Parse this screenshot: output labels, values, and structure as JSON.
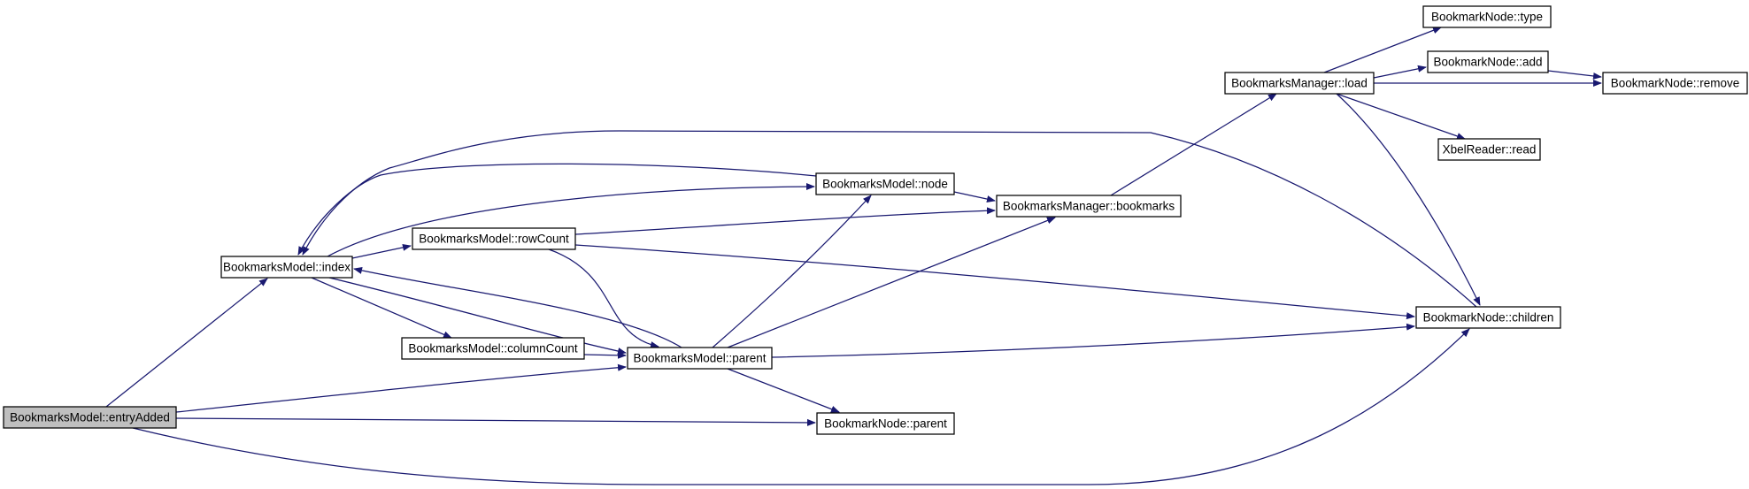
{
  "colors": {
    "edge": "#191970",
    "node_border": "#000000",
    "node_fill": "#ffffff",
    "root_fill": "#bfbfbf"
  },
  "nodes": [
    {
      "id": "entryAdded",
      "label": "BookmarksModel::entryAdded",
      "root": true
    },
    {
      "id": "index",
      "label": "BookmarksModel::index"
    },
    {
      "id": "rowCount",
      "label": "BookmarksModel::rowCount"
    },
    {
      "id": "columnCount",
      "label": "BookmarksModel::columnCount"
    },
    {
      "id": "modelParent",
      "label": "BookmarksModel::parent"
    },
    {
      "id": "node",
      "label": "BookmarksModel::node"
    },
    {
      "id": "bookmarks",
      "label": "BookmarksManager::bookmarks"
    },
    {
      "id": "load",
      "label": "BookmarksManager::load"
    },
    {
      "id": "type",
      "label": "BookmarkNode::type"
    },
    {
      "id": "add",
      "label": "BookmarkNode::add"
    },
    {
      "id": "remove",
      "label": "BookmarkNode::remove"
    },
    {
      "id": "xbelRead",
      "label": "XbelReader::read"
    },
    {
      "id": "children",
      "label": "BookmarkNode::children"
    },
    {
      "id": "nodeParent",
      "label": "BookmarkNode::parent"
    }
  ],
  "edges": [
    {
      "from": "entryAdded",
      "to": "index"
    },
    {
      "from": "entryAdded",
      "to": "modelParent"
    },
    {
      "from": "entryAdded",
      "to": "nodeParent"
    },
    {
      "from": "entryAdded",
      "to": "children"
    },
    {
      "from": "index",
      "to": "rowCount"
    },
    {
      "from": "index",
      "to": "node"
    },
    {
      "from": "index",
      "to": "columnCount"
    },
    {
      "from": "index",
      "to": "modelParent"
    },
    {
      "from": "rowCount",
      "to": "bookmarks"
    },
    {
      "from": "rowCount",
      "to": "modelParent"
    },
    {
      "from": "rowCount",
      "to": "children"
    },
    {
      "from": "columnCount",
      "to": "modelParent"
    },
    {
      "from": "modelParent",
      "to": "index"
    },
    {
      "from": "modelParent",
      "to": "node"
    },
    {
      "from": "modelParent",
      "to": "bookmarks"
    },
    {
      "from": "modelParent",
      "to": "nodeParent"
    },
    {
      "from": "modelParent",
      "to": "children"
    },
    {
      "from": "node",
      "to": "index"
    },
    {
      "from": "node",
      "to": "bookmarks"
    },
    {
      "from": "bookmarks",
      "to": "load"
    },
    {
      "from": "load",
      "to": "type"
    },
    {
      "from": "load",
      "to": "add"
    },
    {
      "from": "load",
      "to": "remove"
    },
    {
      "from": "load",
      "to": "xbelRead"
    },
    {
      "from": "load",
      "to": "children"
    },
    {
      "from": "add",
      "to": "remove"
    },
    {
      "from": "children",
      "to": "index"
    }
  ]
}
